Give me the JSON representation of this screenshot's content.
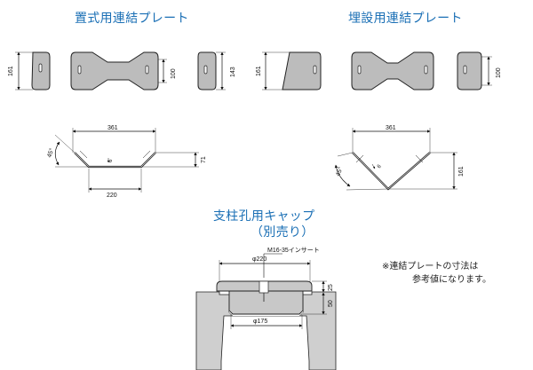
{
  "titles": {
    "placed": "置式用連結プレート",
    "buried": "埋設用連結プレート",
    "cap": "支柱孔用キャップ",
    "cap_sub": "（別売り）"
  },
  "placed": {
    "side_view_height": "161",
    "small_plate_height": "100",
    "medium_plate_height": "143",
    "top_width": "361",
    "bottom_width": "220",
    "height": "71",
    "thickness": "6",
    "angle": "45°"
  },
  "buried": {
    "side_view_height": "161",
    "small_plate_height": "100",
    "top_width": "361",
    "height": "161",
    "thickness": "6",
    "angle": "45°"
  },
  "cap": {
    "insert_label": "M16-35インサート",
    "top_diameter": "φ220",
    "bottom_diameter": "φ175",
    "depth_upper": "25",
    "depth_lower": "50"
  },
  "note": {
    "line1": "※連結プレートの寸法は",
    "line2": "参考値になります。"
  },
  "colors": {
    "title": "#1a6fb5",
    "plate_fill": "#bcbcbc",
    "cap_fill": "#c8c8c8",
    "ground": "#cfcfcf"
  }
}
